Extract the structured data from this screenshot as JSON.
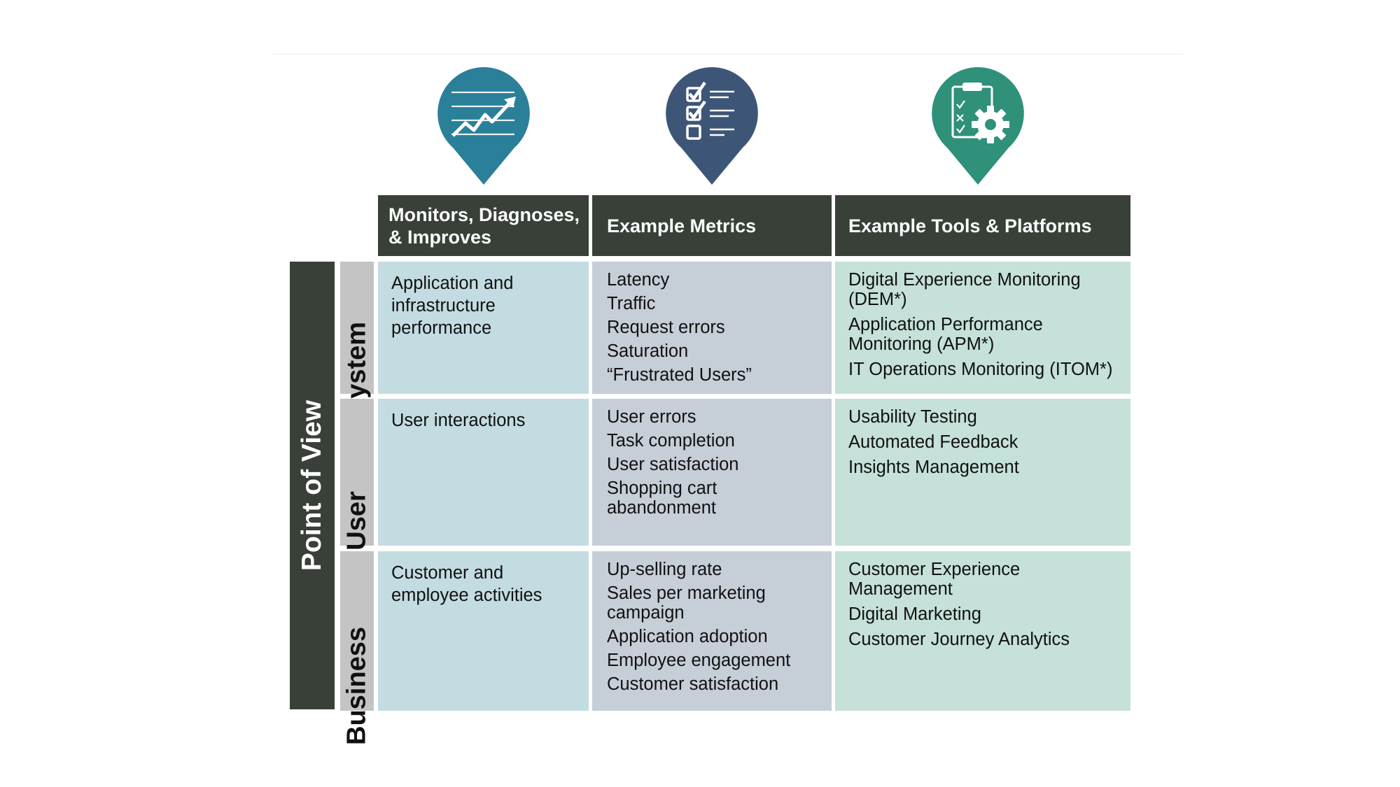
{
  "columns": [
    {
      "header": "Monitors, Diagnoses,\n& Improves",
      "icon": "trending-chart-icon",
      "color": "#2a7f99"
    },
    {
      "header": "Example Metrics",
      "icon": "checklist-icon",
      "color": "#3d5677"
    },
    {
      "header": "Example Tools & Platforms",
      "icon": "clipboard-gear-icon",
      "color": "#2f917a"
    }
  ],
  "axis_label": "Point of View",
  "rows": [
    {
      "label": "System",
      "monitors": "Application and infrastructure performance",
      "metrics": [
        "Latency",
        "Traffic",
        "Request errors",
        "Saturation",
        "“Frustrated Users”"
      ],
      "tools": [
        "Digital Experience Monitoring (DEM*)",
        "Application Performance Monitoring (APM*)",
        "IT Operations Monitoring (ITOM*)"
      ]
    },
    {
      "label": "User",
      "monitors": "User interactions",
      "metrics": [
        "User errors",
        "Task completion",
        "User satisfaction",
        "Shopping cart abandonment"
      ],
      "tools": [
        "Usability Testing",
        "Automated Feedback",
        "Insights Management"
      ]
    },
    {
      "label": "Business",
      "monitors": "Customer and employee activities",
      "metrics": [
        "Up-selling rate",
        "Sales per marketing campaign",
        "Application adoption",
        "Employee engagement",
        "Customer satisfaction"
      ],
      "tools": [
        "Customer Experience Management",
        "Digital Marketing",
        "Customer Journey Analytics"
      ]
    }
  ],
  "colors": {
    "header_bg": "#384038",
    "col1_bg": "#c3dce2",
    "col2_bg": "#c6ced7",
    "col3_bg": "#c5e1d9",
    "row_label_bg": "#c4c4c4"
  }
}
